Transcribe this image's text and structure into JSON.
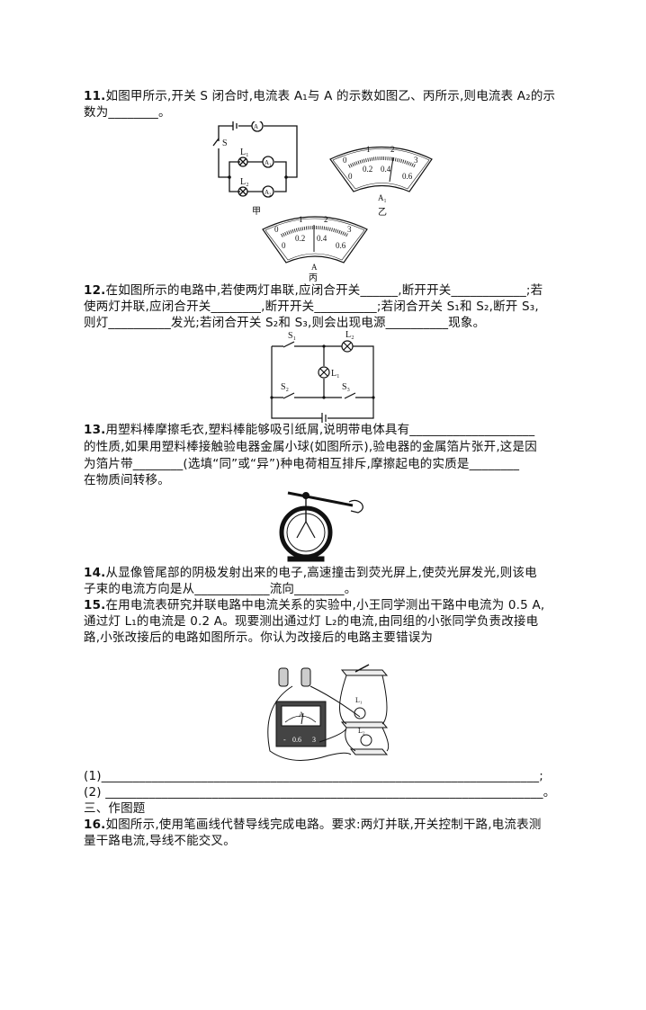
{
  "q11": {
    "num": "11.",
    "lines": [
      "如图甲所示,开关 S 闭合时,电流表 A₁与 A 的示数如图乙、丙所示,则电流表 A₂的示",
      "数为________。"
    ],
    "figure": {
      "labels": {
        "switch": "S",
        "lamp1": "L₁",
        "lamp2": "L₂",
        "meter_main": "A",
        "meter1": "A₁",
        "meter2": "A₂",
        "fig_jia": "甲",
        "fig_yi": "乙",
        "fig_bing": "丙"
      },
      "scale_top": [
        "0",
        "1",
        "2",
        "3"
      ],
      "scale_bottom": [
        "0",
        "0.2",
        "0.4",
        "0.6"
      ],
      "meter_yi_label": "A₁",
      "meter_bing_label": "A"
    }
  },
  "q12": {
    "num": "12.",
    "lines": [
      "在如图所示的电路中,若使两灯串联,应闭合开关______,断开开关____________;若",
      "使两灯并联,应闭合开关________,断开开关__________;若闭合开关 S₁和 S₂,断开 S₃,",
      "则灯__________发光;若闭合开关 S₂和 S₃,则会出现电源__________现象。"
    ],
    "figure": {
      "s1": "S₁",
      "s2": "S₂",
      "s3": "S₃",
      "l1": "L₁",
      "l2": "L₂"
    }
  },
  "q13": {
    "num": "13.",
    "lines": [
      "用塑料棒摩擦毛衣,塑料棒能够吸引纸屑,说明带电体具有____________________",
      "的性质,如果用塑料棒接触验电器金属小球(如图所示),验电器的金属箔片张开,这是因",
      "为箔片带________(选填“同”或“异”)种电荷相互排斥,摩擦起电的实质是________",
      "在物质间转移。"
    ]
  },
  "q14": {
    "num": "14.",
    "lines": [
      "从显像管尾部的阴极发射出来的电子,高速撞击到荧光屏上,使荧光屏发光,则该电",
      "子束的电流方向是从____________流向________。"
    ]
  },
  "q15": {
    "num": "15.",
    "lines": [
      "在用电流表研究并联电路中电流关系的实验中,小王同学测出干路中电流为 0.5 A,",
      "通过灯 L₁的电流是 0.2 A。现要测出通过灯 L₂的电流,由同组的小张同学负责改接电",
      "路,小张改接后的电路如图所示。你认为改接后的电路主要错误为"
    ],
    "figure": {
      "l1": "L₁",
      "l2": "L₂",
      "meter": "A",
      "terminals": [
        "-",
        "0.6",
        "3"
      ]
    },
    "answers": [
      "(1)______________________________________________________________________;",
      "(2) ______________________________________________________________________。"
    ]
  },
  "section3": {
    "title": "三、作图题"
  },
  "q16": {
    "num": "16.",
    "lines": [
      "如图所示,使用笔画线代替导线完成电路。要求:两灯并联,开关控制干路,电流表测",
      "量干路电流,导线不能交叉。"
    ]
  }
}
